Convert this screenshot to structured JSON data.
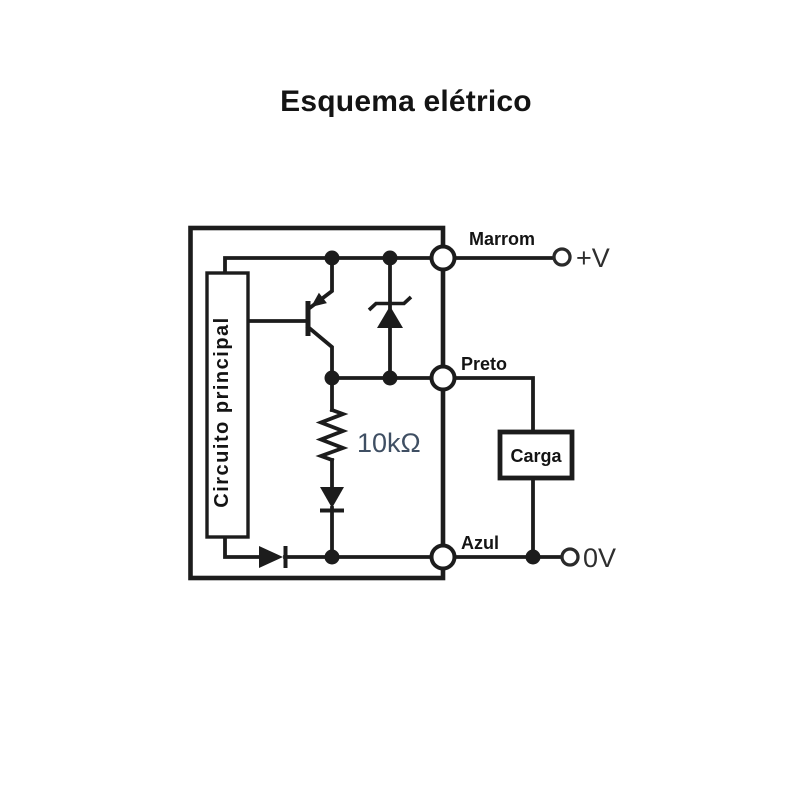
{
  "title": "Esquema elétrico",
  "diagram": {
    "main_circuit_label": "Circuito principal",
    "resistor_value": "10kΩ",
    "load_label": "Carga",
    "wire_labels": {
      "brown": "Marrom",
      "black": "Preto",
      "blue": "Azul"
    },
    "terminal_labels": {
      "positive": "+V",
      "zero": "0V"
    },
    "component_symbols": [
      "pnp-transistor",
      "zener-diode",
      "resistor",
      "diode-down",
      "diode-right"
    ],
    "colors": {
      "line": "#1c1c1c",
      "label": "#141414",
      "terminal_text": "#2e2e2e",
      "resistor_text": "#3f4f63",
      "background": "#ffffff"
    }
  }
}
